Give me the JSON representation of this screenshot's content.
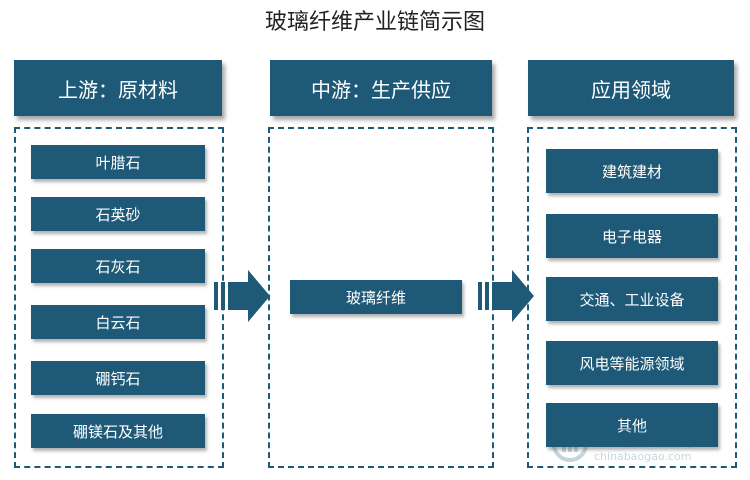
{
  "title": "玻璃纤维产业链简示图",
  "colors": {
    "primary": "#1e5a78"
  },
  "columns": [
    {
      "header": "上游：原材料",
      "items": [
        "叶腊石",
        "石英砂",
        "石灰石",
        "白云石",
        "硼钙石",
        "硼镁石及其他"
      ]
    },
    {
      "header": "中游：生产供应",
      "items": [
        "玻璃纤维"
      ]
    },
    {
      "header": "应用领域",
      "items": [
        "建筑建材",
        "电子电器",
        "交通、工业设备",
        "风电等能源领域",
        "其他"
      ]
    }
  ],
  "watermark": {
    "text": "观研报告网",
    "sub": "chinabaogao.com"
  }
}
